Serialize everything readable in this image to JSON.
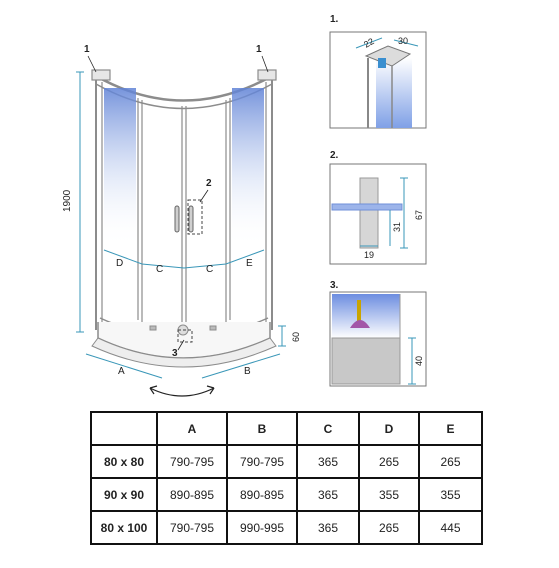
{
  "callouts": {
    "one": "1",
    "two": "2",
    "three": "3"
  },
  "main_view": {
    "height_label": "1900",
    "tray_height_label": "60",
    "width_a_label": "A",
    "width_b_label": "B",
    "door_labels": [
      "D",
      "C",
      "C",
      "E"
    ]
  },
  "detail_1": {
    "title": "1.",
    "dim_left": "22",
    "dim_right": "30"
  },
  "detail_2": {
    "title": "2.",
    "dim_height": "67",
    "dim_inner": "31",
    "dim_width": "19"
  },
  "detail_3": {
    "title": "3.",
    "dim_height": "40"
  },
  "table": {
    "headers": [
      "",
      "A",
      "B",
      "C",
      "D",
      "E"
    ],
    "rows": [
      [
        "80 x 80",
        "790-795",
        "790-795",
        "365",
        "265",
        "265"
      ],
      [
        "90 x 90",
        "890-895",
        "890-895",
        "365",
        "355",
        "355"
      ],
      [
        "80 x 100",
        "790-795",
        "990-995",
        "365",
        "265",
        "445"
      ]
    ]
  },
  "colors": {
    "dimension": "#3a97b8",
    "glass": "#6f8fd8",
    "frame": "#9a9a9a"
  }
}
